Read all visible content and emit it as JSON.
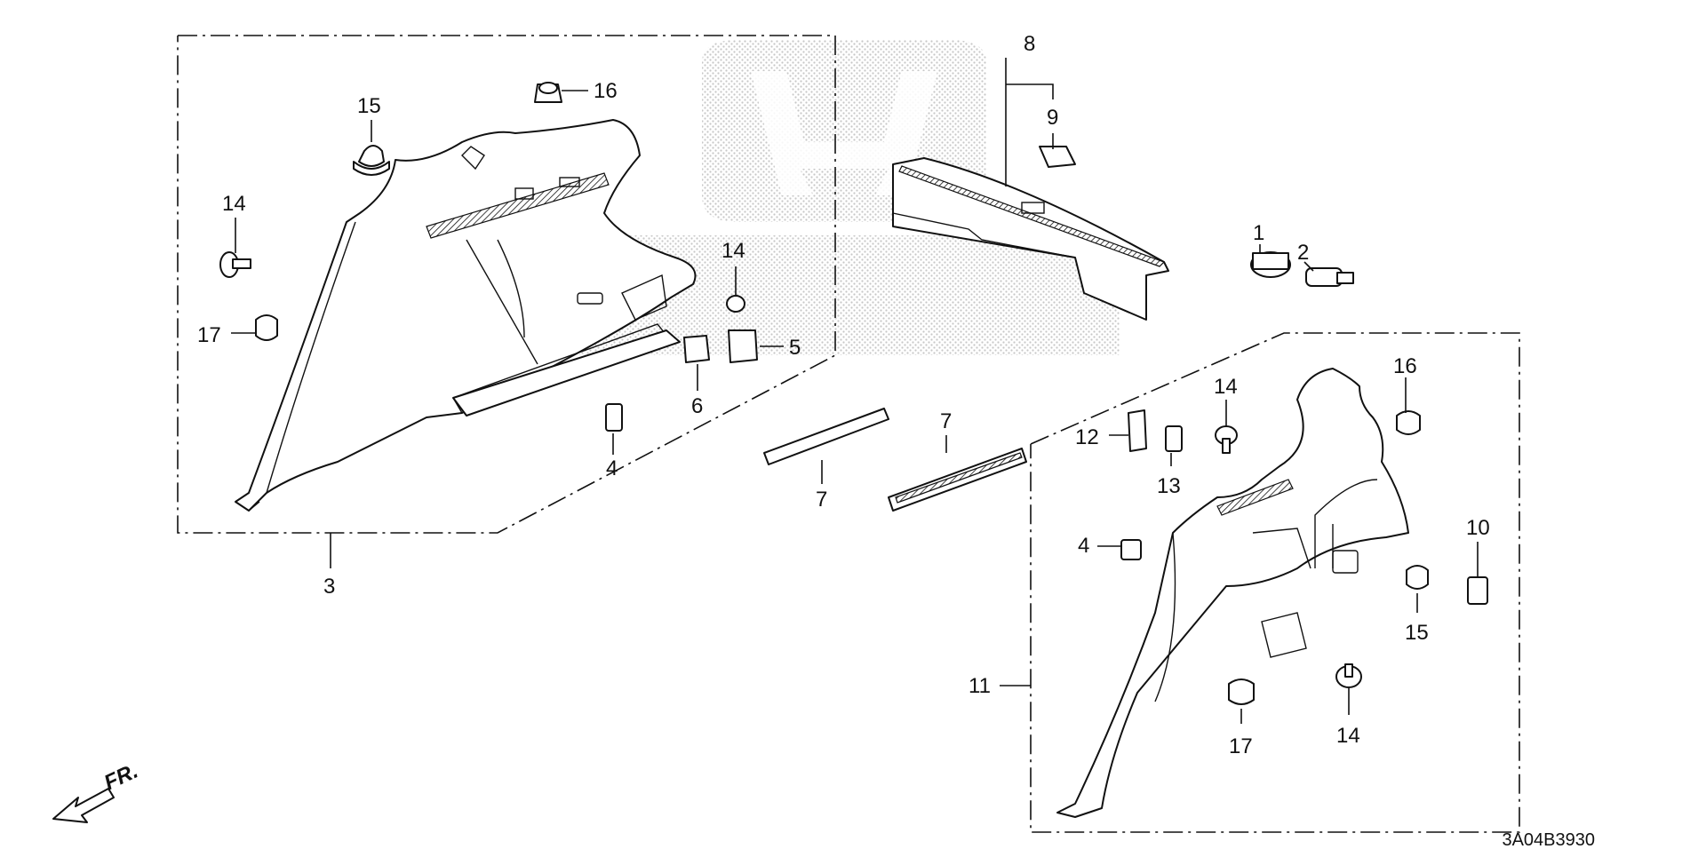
{
  "diagram": {
    "code": "3A04B3930",
    "direction_label": "FR.",
    "watermark": "HONDA",
    "callouts": {
      "c1": "1",
      "c2": "2",
      "c3": "3",
      "c4a": "4",
      "c4b": "4",
      "c5": "5",
      "c6": "6",
      "c7a": "7",
      "c7b": "7",
      "c8": "8",
      "c9": "9",
      "c10": "10",
      "c11": "11",
      "c12": "12",
      "c13": "13",
      "c14a": "14",
      "c14b": "14",
      "c14c": "14",
      "c14d": "14",
      "c15a": "15",
      "c15b": "15",
      "c16a": "16",
      "c16b": "16",
      "c17a": "17",
      "c17b": "17"
    }
  }
}
